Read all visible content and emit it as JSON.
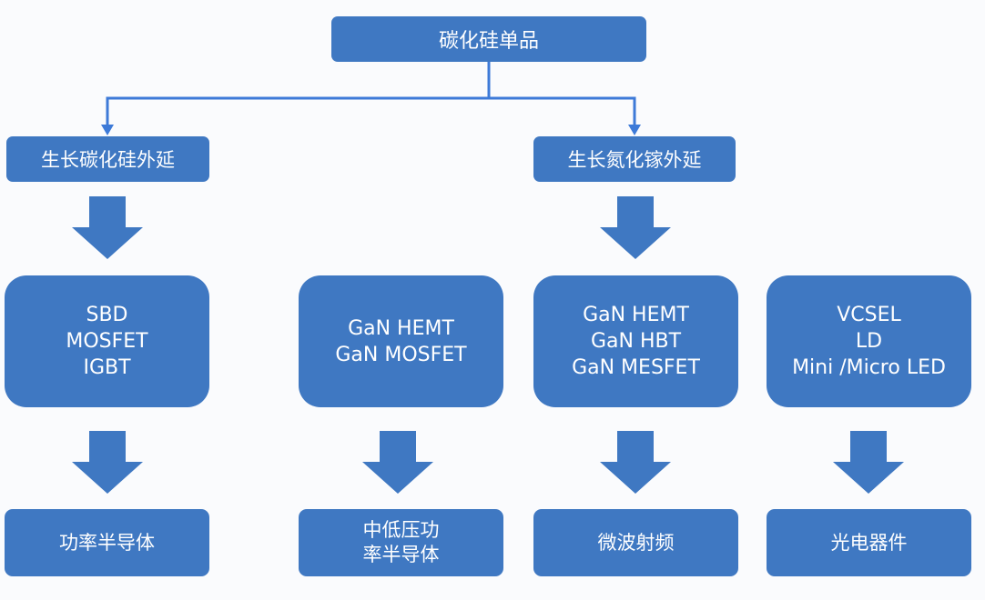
{
  "root": {
    "label": "碳化硅单品"
  },
  "branches": [
    {
      "label": "生长碳化硅外延"
    },
    {
      "label": "生长氮化镓外延"
    }
  ],
  "devices": [
    {
      "lines": [
        "SBD",
        "MOSFET",
        "IGBT"
      ]
    },
    {
      "lines": [
        "GaN HEMT",
        "GaN MOSFET"
      ]
    },
    {
      "lines": [
        "GaN HEMT",
        "GaN HBT",
        "GaN MESFET"
      ]
    },
    {
      "lines": [
        "VCSEL",
        "LD",
        "Mini /Micro LED"
      ]
    }
  ],
  "applications": [
    {
      "lines": [
        "功率半导体"
      ]
    },
    {
      "lines": [
        "中低压功",
        "率半导体"
      ]
    },
    {
      "lines": [
        "微波射频"
      ]
    },
    {
      "lines": [
        "光电器件"
      ]
    }
  ],
  "colors": {
    "box_fill": "#3f78c2",
    "connector": "#3d7ad8",
    "block_arrow": "#3f78c2",
    "text": "#ffffff"
  }
}
